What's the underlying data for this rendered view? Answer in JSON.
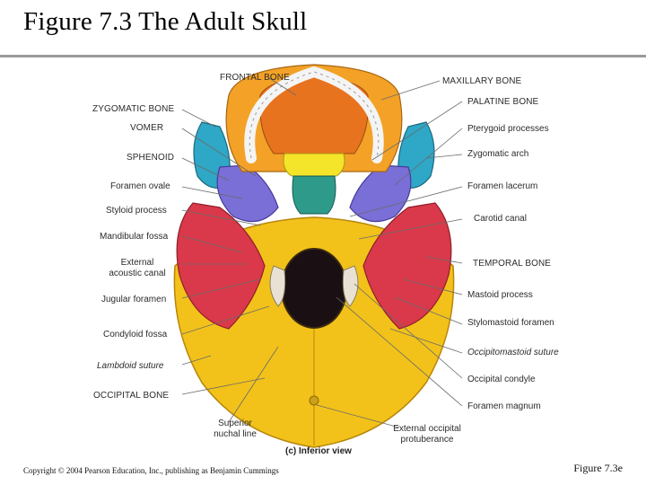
{
  "title": "Figure 7.3  The Adult Skull",
  "caption": "(c) Inferior view",
  "copyright": "Copyright © 2004 Pearson Education, Inc., publishing as Benjamin Cummings",
  "figure_number": "Figure 7.3e",
  "labels_left": {
    "frontal_bone": "FRONTAL BONE",
    "zygomatic_bone": "ZYGOMATIC BONE",
    "vomer": "VOMER",
    "sphenoid": "SPHENOID",
    "foramen_ovale": "Foramen ovale",
    "styloid_process": "Styloid process",
    "mandibular_fossa": "Mandibular fossa",
    "external_acoustic_canal_1": "External",
    "external_acoustic_canal_2": "acoustic canal",
    "jugular_foramen": "Jugular foramen",
    "condyloid_fossa": "Condyloid fossa",
    "lambdoid_suture": "Lambdoid suture",
    "occipital_bone": "OCCIPITAL BONE",
    "superior_nuchal_line_1": "Superior",
    "superior_nuchal_line_2": "nuchal line"
  },
  "labels_right": {
    "maxillary_bone": "MAXILLARY BONE",
    "palatine_bone": "PALATINE BONE",
    "pterygoid_processes": "Pterygoid processes",
    "zygomatic_arch": "Zygomatic arch",
    "foramen_lacerum": "Foramen lacerum",
    "carotid_canal": "Carotid canal",
    "temporal_bone": "TEMPORAL BONE",
    "mastoid_process": "Mastoid process",
    "stylomastoid_foramen": "Stylomastoid foramen",
    "occipitomastoid_suture": "Occipitomastoid suture",
    "occipital_condyle": "Occipital condyle",
    "foramen_magnum": "Foramen magnum",
    "external_occipital_protuberance_1": "External occipital",
    "external_occipital_protuberance_2": "protuberance"
  },
  "colors": {
    "frontal": "#e8731f",
    "maxillary": "#f3a227",
    "palatine": "#f5e52a",
    "zygomatic": "#2fa7c6",
    "sphenoid": "#7a6fd6",
    "vomer": "#2e9a8a",
    "temporal": "#d9394a",
    "occipital": "#f2c21a",
    "teeth": "#f4f4f4",
    "foramen": "#1a0f12",
    "leader": "#6a6a6a",
    "title_rule": "#9a9a9a"
  }
}
